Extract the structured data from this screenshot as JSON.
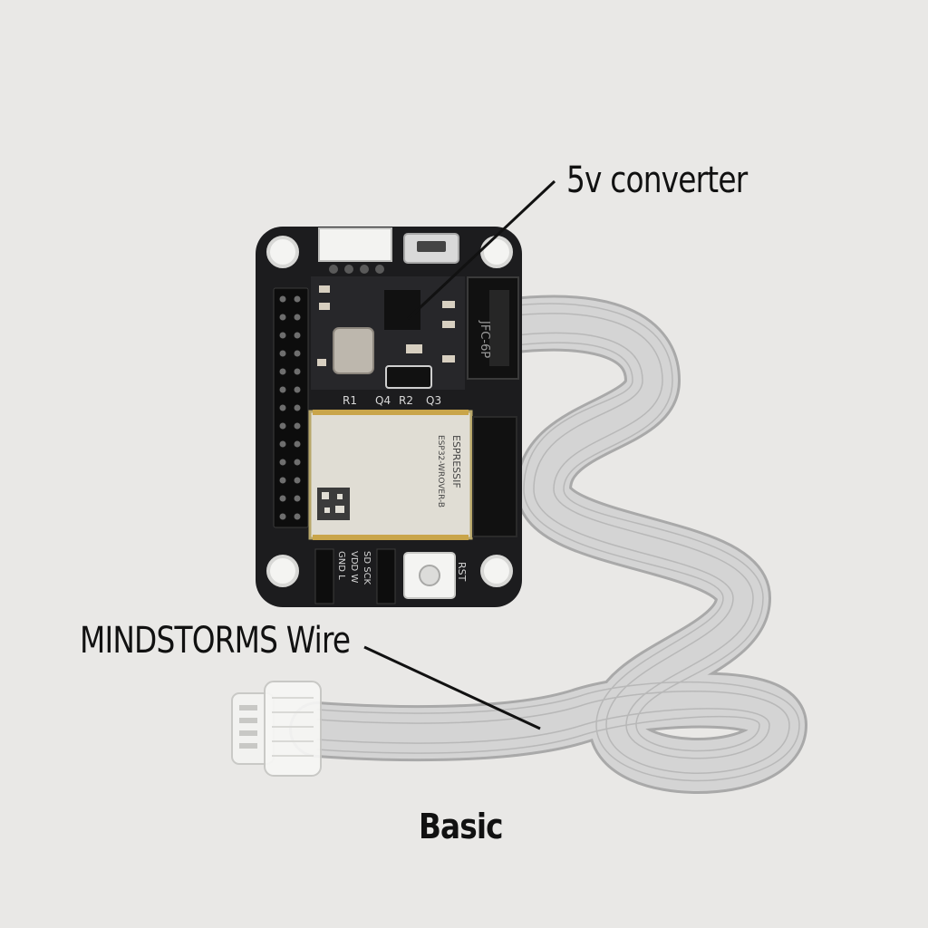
{
  "annotations": {
    "converter_label": "5v converter",
    "wire_label": "MINDSTORMS Wire",
    "caption": "Basic"
  },
  "board": {
    "module_brand": "ESPRESSIF",
    "module_model": "ESP32-WROVER-B",
    "reset_label": "RST",
    "connector_label": "JFC-6P",
    "pins_left": "VDD W",
    "pins_gnd": "GND L",
    "pins_sd": "SD SCK",
    "ref_r1": "R1",
    "ref_r2": "R2",
    "ref_q3": "Q3",
    "ref_q4": "Q4"
  },
  "colors": {
    "background": "#e9e8e6",
    "pcb": "#1c1c1e",
    "module": "#dcdcd6",
    "cable": "#cfcfcf",
    "text": "#111111"
  }
}
